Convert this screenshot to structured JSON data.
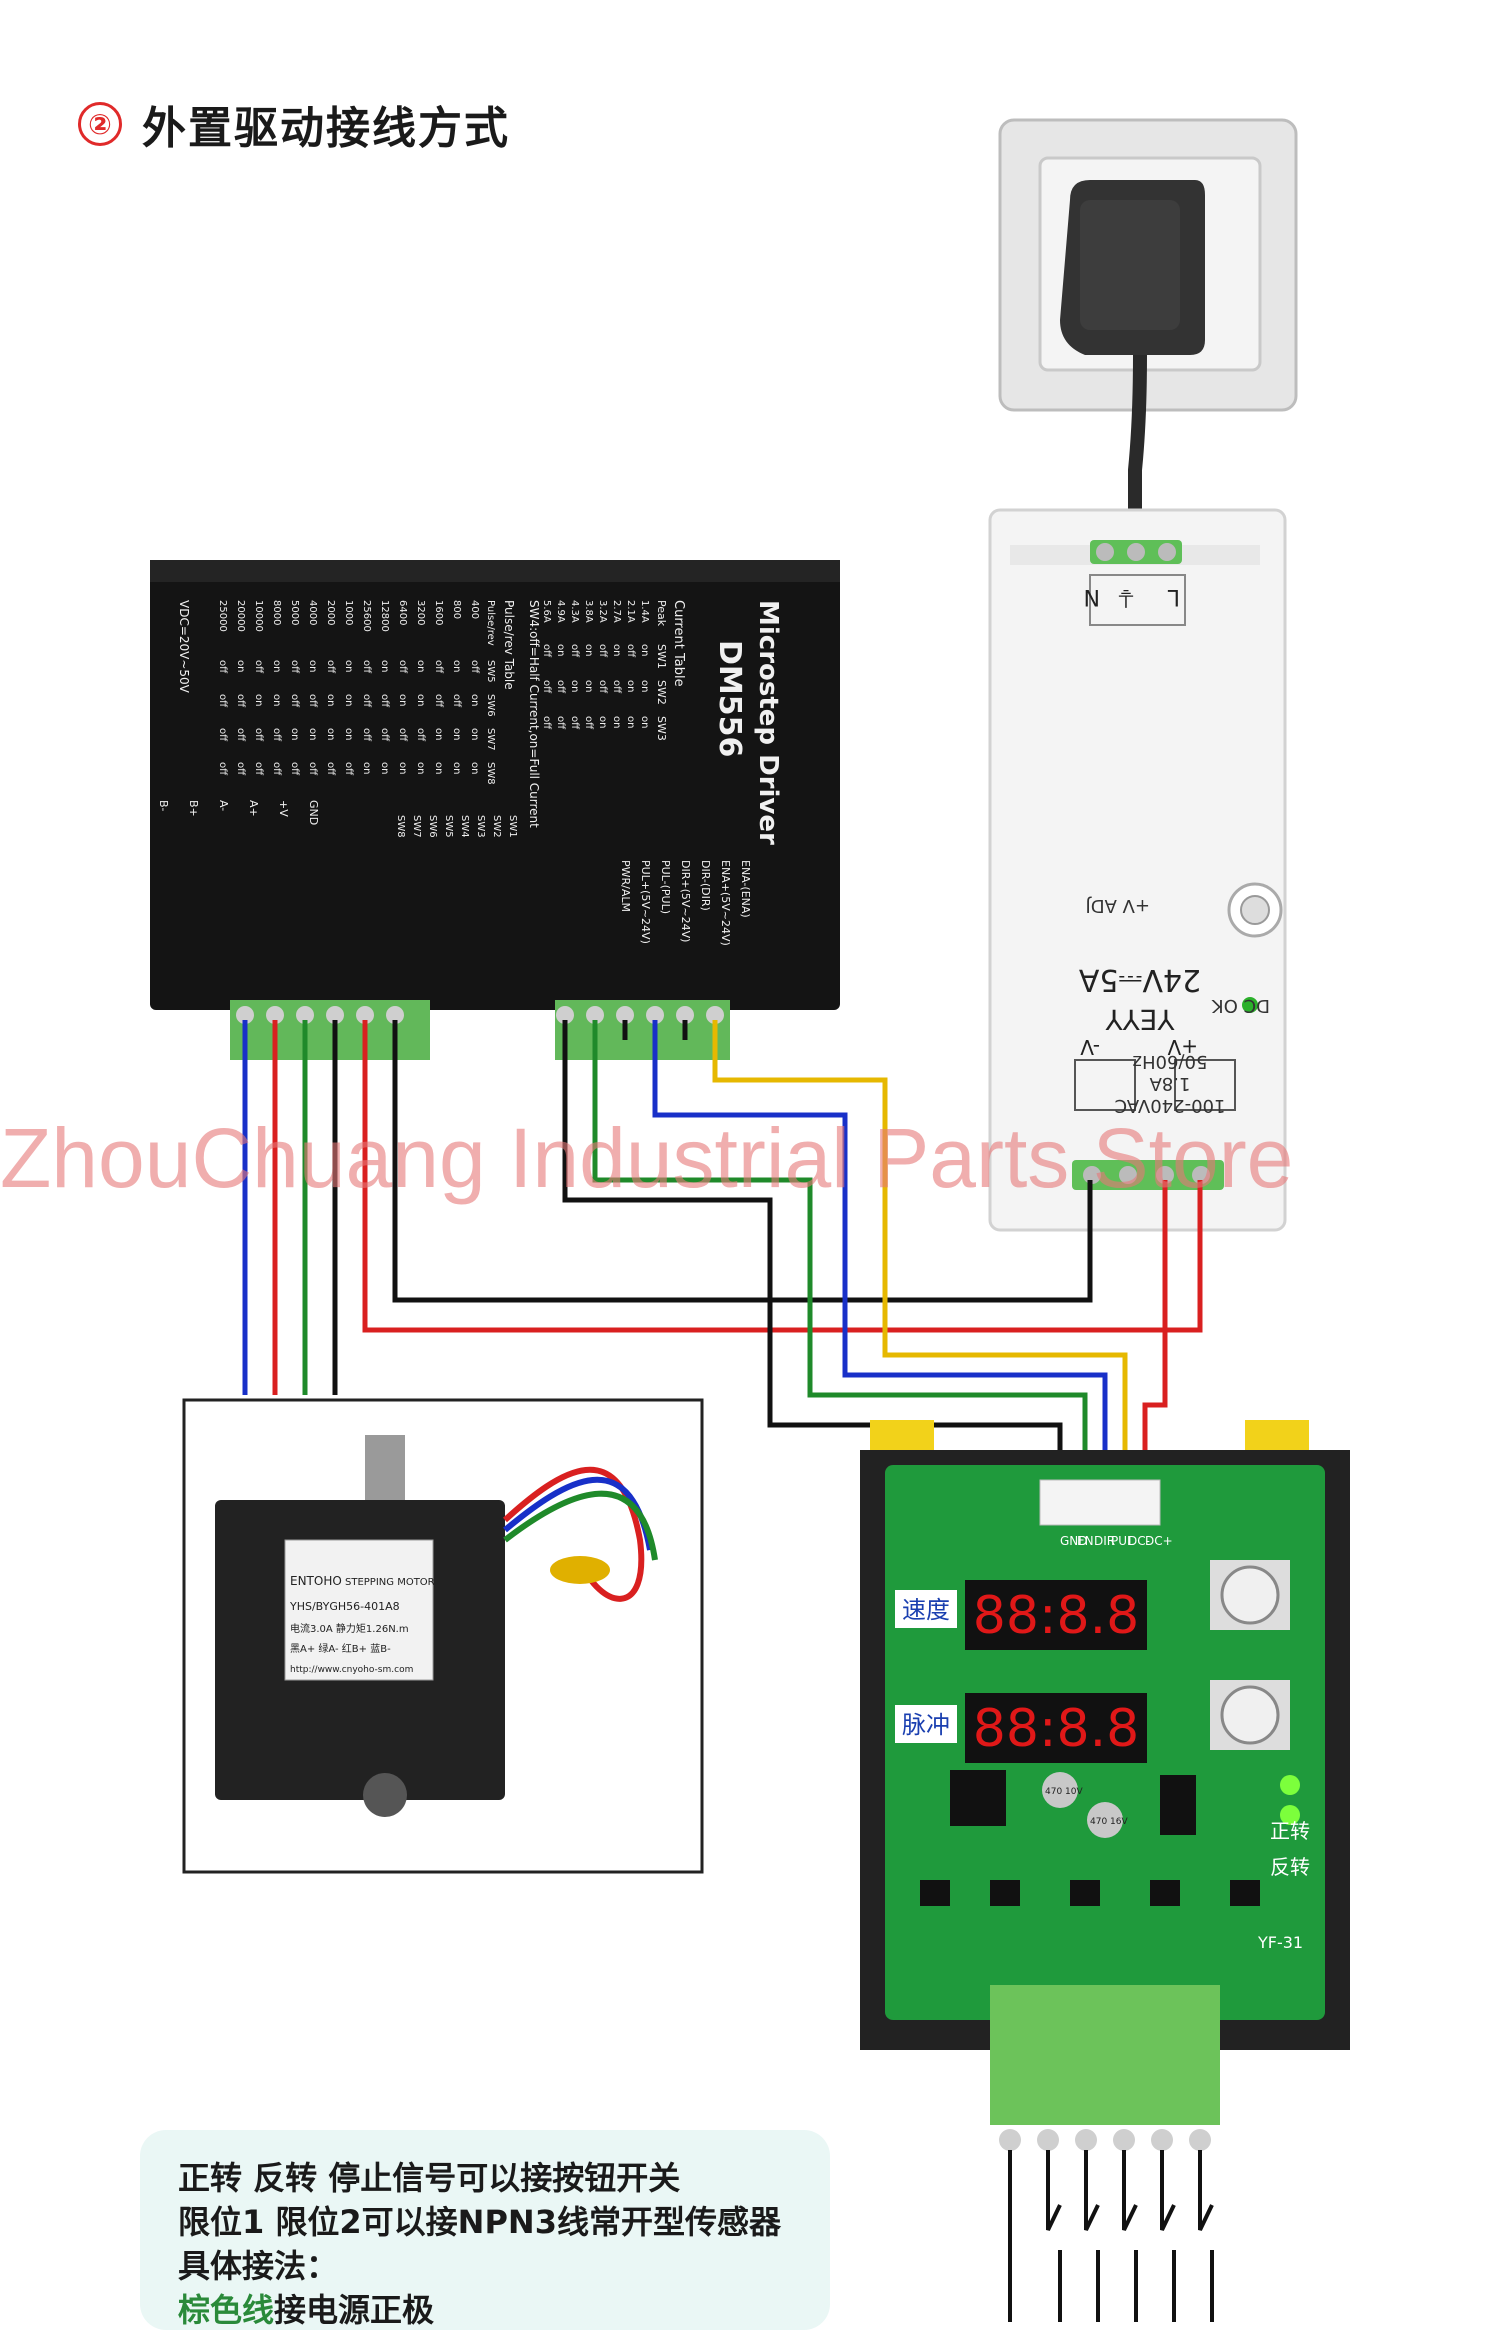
{
  "heading": {
    "number": "②",
    "title": "外置驱动接线方式"
  },
  "driver": {
    "title": "Microstep Driver",
    "model": "DM556",
    "current_table_title": "Current Table",
    "current_headers": [
      "Peak",
      "SW1",
      "SW2",
      "SW3"
    ],
    "current_rows": [
      [
        "1.4A",
        "on",
        "on",
        "on"
      ],
      [
        "2.1A",
        "off",
        "on",
        "on"
      ],
      [
        "2.7A",
        "on",
        "off",
        "on"
      ],
      [
        "3.2A",
        "off",
        "off",
        "on"
      ],
      [
        "3.8A",
        "on",
        "on",
        "off"
      ],
      [
        "4.3A",
        "off",
        "on",
        "off"
      ],
      [
        "4.9A",
        "on",
        "off",
        "off"
      ],
      [
        "5.6A",
        "off",
        "off",
        "off"
      ]
    ],
    "sw4_note": "SW4:off=Half Current,on=Full Current",
    "pulse_table_title": "Pulse/rev Table",
    "pulse_headers": [
      "Pulse/rev",
      "SW5",
      "SW6",
      "SW7",
      "SW8"
    ],
    "pulse_rows": [
      [
        "400",
        "off",
        "on",
        "on",
        "on"
      ],
      [
        "800",
        "on",
        "off",
        "on",
        "on"
      ],
      [
        "1600",
        "off",
        "off",
        "on",
        "on"
      ],
      [
        "3200",
        "on",
        "on",
        "off",
        "on"
      ],
      [
        "6400",
        "off",
        "on",
        "off",
        "on"
      ],
      [
        "12800",
        "on",
        "off",
        "off",
        "on"
      ],
      [
        "25600",
        "off",
        "off",
        "off",
        "on"
      ],
      [
        "1000",
        "on",
        "on",
        "on",
        "off"
      ],
      [
        "2000",
        "off",
        "on",
        "on",
        "off"
      ],
      [
        "4000",
        "on",
        "off",
        "on",
        "off"
      ],
      [
        "5000",
        "off",
        "off",
        "on",
        "off"
      ],
      [
        "8000",
        "on",
        "on",
        "off",
        "off"
      ],
      [
        "10000",
        "off",
        "on",
        "off",
        "off"
      ],
      [
        "20000",
        "on",
        "off",
        "off",
        "off"
      ],
      [
        "25000",
        "off",
        "off",
        "off",
        "off"
      ]
    ],
    "vdc": "VDC=20V~50V",
    "signal_labels": [
      "PWR/ALM",
      "PUL+(5V~24V)",
      "PUL-(PUL)",
      "DIR+(5V~24V)",
      "DIR-(DIR)",
      "ENA+(5V~24V)",
      "ENA-(ENA)"
    ],
    "switch_labels": [
      "SW1",
      "SW2",
      "SW3",
      "SW4",
      "SW5",
      "SW6",
      "SW7",
      "SW8"
    ],
    "power_labels": [
      "GND",
      "+V",
      "A+",
      "A-",
      "B+",
      "B-"
    ]
  },
  "psu": {
    "brand": "YEYY",
    "rating": "24V⎓5A",
    "input": "100-240VAC",
    "current": "1.8A",
    "freq": "50/60Hz",
    "adj": "+V ADJ",
    "dc_ok": "DC OK",
    "ac_labels": [
      "N",
      "⏚",
      "L"
    ],
    "dc_labels": [
      "-V",
      "+V"
    ]
  },
  "motor": {
    "brand": "ENTOHO",
    "label_line1": "STEPPING MOTOR",
    "model": "YHS/BYGH56-401A8",
    "spec": "电流3.0A  静力矩1.26N.m",
    "wiring": "黑A+ 绿A- 红B+ 蓝B-",
    "url": "http://www.cnyoho-sm.com"
  },
  "controller": {
    "pins": [
      "GND",
      "EN",
      "DIR",
      "PUL",
      "DC-",
      "DC+"
    ],
    "speed_label": "速度",
    "pulse_label": "脉冲",
    "display_value": "88:8.8",
    "forward_label": "正转",
    "reverse_label": "反转",
    "model": "YF-31",
    "caps": [
      "470 10V",
      "470 16V"
    ]
  },
  "watermark": "ZhouChuang Industrial Parts Store",
  "note": {
    "line1": "正转 反转 停止信号可以接按钮开关",
    "line2": "限位1 限位2可以接NPN3线常开型传感器",
    "line3": "具体接法：",
    "line4_highlight": "棕色线",
    "line4_rest": "接电源正极"
  },
  "colors": {
    "wire_black": "#111111",
    "wire_red": "#d92020",
    "wire_green": "#1f8a2a",
    "wire_blue": "#1830c8",
    "wire_yellow": "#e6b800",
    "pcb": "#1f9a3c",
    "terminal": "#6cc35a",
    "led_red": "#e01818"
  }
}
